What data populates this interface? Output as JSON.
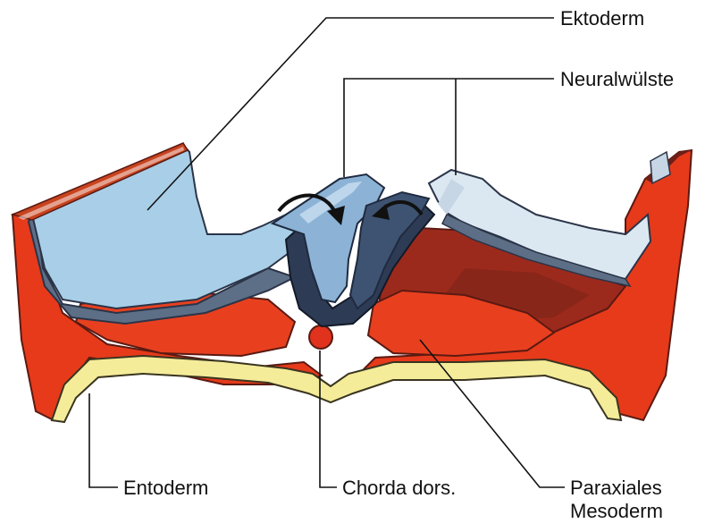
{
  "labels": {
    "ektoderm": "Ektoderm",
    "neuralwuelste": "Neuralwülste",
    "entoderm": "Entoderm",
    "chorda": "Chorda dors.",
    "paraxiales_line1": "Paraxiales",
    "paraxiales_line2": "Mesoderm"
  },
  "colors": {
    "ectoderm_fill": "#a9cfe8",
    "ectoderm_dark": "#6f9cc0",
    "ectoderm_underside": "#5d6f86",
    "neural_groove_dark": "#2e3b55",
    "mesoderm_red": "#e63a1a",
    "mesoderm_dark_red": "#9c2a1c",
    "mesoderm_darkest": "#6e1f17",
    "endoderm_yellow": "#f5ec9a",
    "notochord_red": "#e0321c",
    "arrow": "#111111"
  }
}
